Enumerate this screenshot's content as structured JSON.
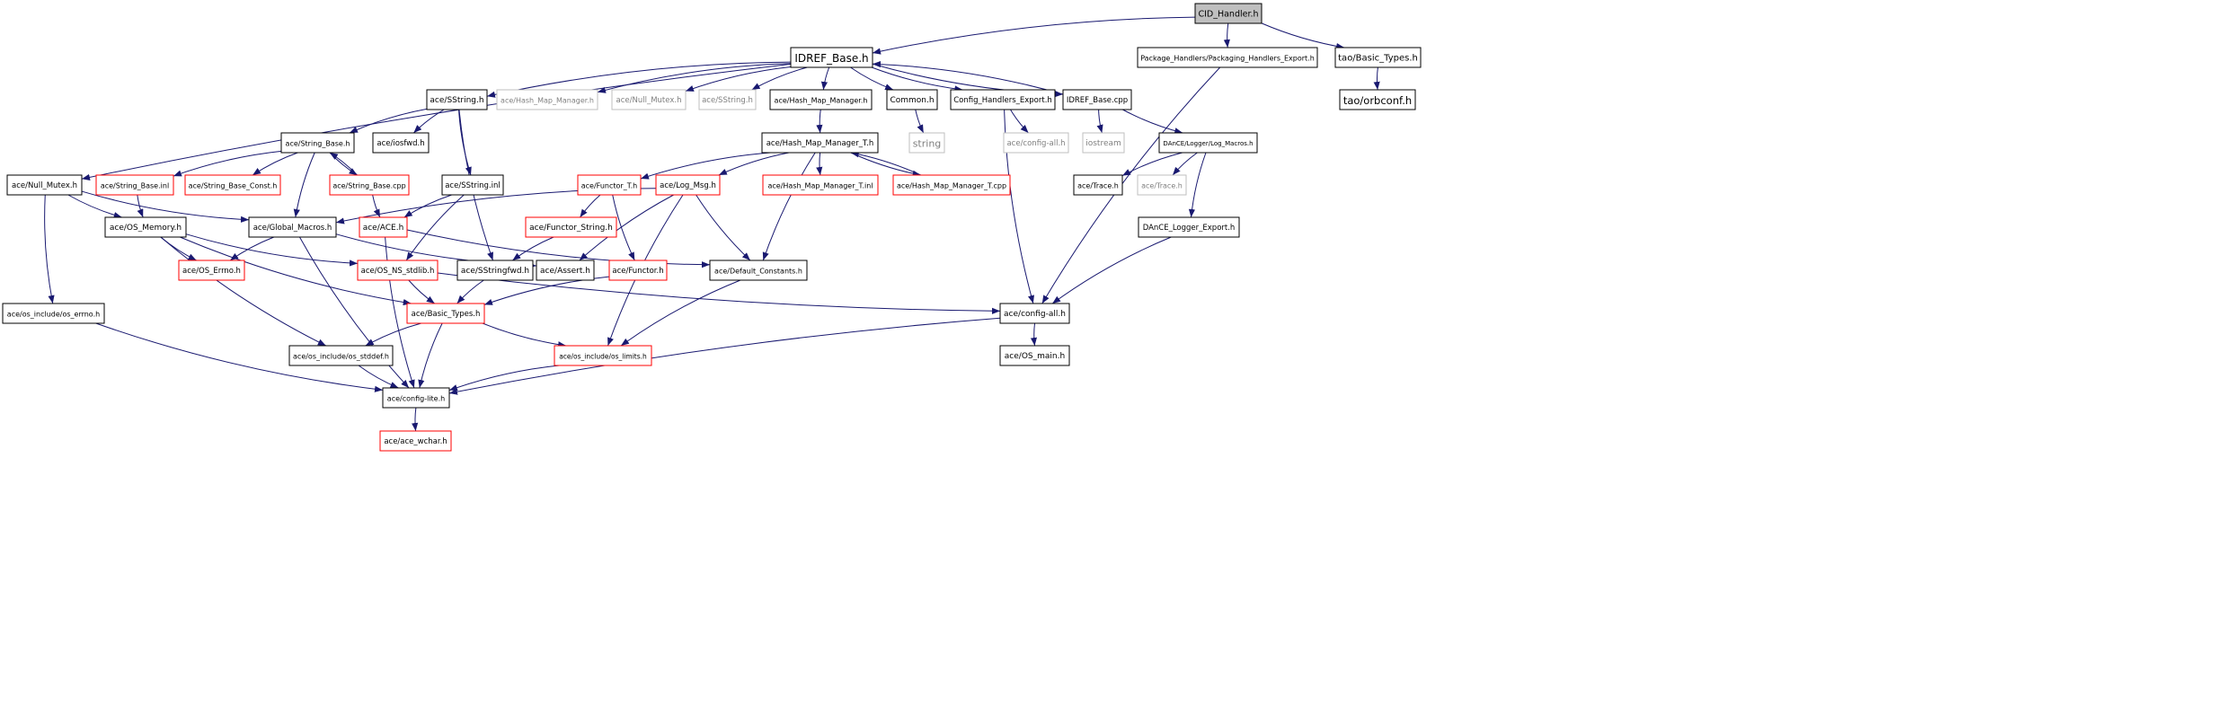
{
  "colors": {
    "edge": "#191970",
    "border_normal": "#000000",
    "border_red": "#ff0000",
    "border_gray": "#bfbfbf",
    "fill_root": "#bfbfbf",
    "fill_normal": "#ffffff",
    "text_normal": "#000000",
    "text_gray": "#7f7f7f"
  },
  "nodes": [
    {
      "id": "cid",
      "label": "CID_Handler.h",
      "style": "root"
    },
    {
      "id": "idrefb",
      "label": "IDREF_Base.h",
      "style": "normal"
    },
    {
      "id": "pkg",
      "label": "Package_Handlers/Packaging_Handlers_Export.h",
      "style": "normal"
    },
    {
      "id": "taobt",
      "label": "tao/Basic_Types.h",
      "style": "normal"
    },
    {
      "id": "taoorb",
      "label": "tao/orbconf.h",
      "style": "normal"
    },
    {
      "id": "sstr",
      "label": "ace/SString.h",
      "style": "normal"
    },
    {
      "id": "hmm1",
      "label": "ace/Hash_Map_Manager.h",
      "style": "gray"
    },
    {
      "id": "nm1",
      "label": "ace/Null_Mutex.h",
      "style": "gray"
    },
    {
      "id": "sstr2",
      "label": "ace/SString.h",
      "style": "gray"
    },
    {
      "id": "hmm2",
      "label": "ace/Hash_Map_Manager.h",
      "style": "normal"
    },
    {
      "id": "common",
      "label": "Common.h",
      "style": "normal"
    },
    {
      "id": "cfgexp",
      "label": "Config_Handlers_Export.h",
      "style": "normal"
    },
    {
      "id": "idrefcpp",
      "label": "IDREF_Base.cpp",
      "style": "normal"
    },
    {
      "id": "strbase",
      "label": "ace/String_Base.h",
      "style": "normal"
    },
    {
      "id": "iosfwd",
      "label": "ace/iosfwd.h",
      "style": "normal"
    },
    {
      "id": "hmmt",
      "label": "ace/Hash_Map_Manager_T.h",
      "style": "normal"
    },
    {
      "id": "string",
      "label": "string",
      "style": "gray"
    },
    {
      "id": "cfgall1",
      "label": "ace/config-all.h",
      "style": "gray"
    },
    {
      "id": "iostream",
      "label": "iostream",
      "style": "gray"
    },
    {
      "id": "dlm",
      "label": "DAnCE/Logger/Log_Macros.h",
      "style": "normal"
    },
    {
      "id": "nmutex",
      "label": "ace/Null_Mutex.h",
      "style": "normal"
    },
    {
      "id": "sbinl",
      "label": "ace/String_Base.inl",
      "style": "red"
    },
    {
      "id": "sbconst",
      "label": "ace/String_Base_Const.h",
      "style": "red"
    },
    {
      "id": "sbcpp",
      "label": "ace/String_Base.cpp",
      "style": "red"
    },
    {
      "id": "sstrinl",
      "label": "ace/SString.inl",
      "style": "normal"
    },
    {
      "id": "functt",
      "label": "ace/Functor_T.h",
      "style": "red"
    },
    {
      "id": "logmsg",
      "label": "ace/Log_Msg.h",
      "style": "red"
    },
    {
      "id": "hmmtinl",
      "label": "ace/Hash_Map_Manager_T.inl",
      "style": "red"
    },
    {
      "id": "hmmtcpp",
      "label": "ace/Hash_Map_Manager_T.cpp",
      "style": "red"
    },
    {
      "id": "trace1",
      "label": "ace/Trace.h",
      "style": "normal"
    },
    {
      "id": "trace2",
      "label": "ace/Trace.h",
      "style": "gray"
    },
    {
      "id": "osmem",
      "label": "ace/OS_Memory.h",
      "style": "normal"
    },
    {
      "id": "gmac",
      "label": "ace/Global_Macros.h",
      "style": "normal"
    },
    {
      "id": "acemain",
      "label": "ace/ACE.h",
      "style": "red"
    },
    {
      "id": "fstr",
      "label": "ace/Functor_String.h",
      "style": "red"
    },
    {
      "id": "dloggerexp",
      "label": "DAnCE_Logger_Export.h",
      "style": "normal"
    },
    {
      "id": "oserrno",
      "label": "ace/OS_Errno.h",
      "style": "red"
    },
    {
      "id": "osnsstd",
      "label": "ace/OS_NS_stdlib.h",
      "style": "red"
    },
    {
      "id": "sstrfwd",
      "label": "ace/SStringfwd.h",
      "style": "normal"
    },
    {
      "id": "assert",
      "label": "ace/Assert.h",
      "style": "normal"
    },
    {
      "id": "functor",
      "label": "ace/Functor.h",
      "style": "red"
    },
    {
      "id": "defc",
      "label": "ace/Default_Constants.h",
      "style": "normal"
    },
    {
      "id": "oserrnoh",
      "label": "ace/os_include/os_errno.h",
      "style": "normal"
    },
    {
      "id": "basict",
      "label": "ace/Basic_Types.h",
      "style": "red"
    },
    {
      "id": "cfgall2",
      "label": "ace/config-all.h",
      "style": "normal"
    },
    {
      "id": "osstddef",
      "label": "ace/os_include/os_stddef.h",
      "style": "normal"
    },
    {
      "id": "oslimits",
      "label": "ace/os_include/os_limits.h",
      "style": "red"
    },
    {
      "id": "osmain",
      "label": "ace/OS_main.h",
      "style": "normal"
    },
    {
      "id": "cfglite",
      "label": "ace/config-lite.h",
      "style": "normal"
    },
    {
      "id": "wchar",
      "label": "ace/ace_wchar.h",
      "style": "red"
    }
  ],
  "edges": [
    [
      "cid",
      "idrefb"
    ],
    [
      "cid",
      "pkg"
    ],
    [
      "cid",
      "taobt"
    ],
    [
      "taobt",
      "taoorb"
    ],
    [
      "pkg",
      "cfgall2"
    ],
    [
      "idrefb",
      "sstr"
    ],
    [
      "idrefb",
      "hmm1"
    ],
    [
      "idrefb",
      "nm1"
    ],
    [
      "idrefb",
      "sstr2"
    ],
    [
      "idrefb",
      "hmm2"
    ],
    [
      "idrefb",
      "common"
    ],
    [
      "idrefb",
      "cfgexp"
    ],
    [
      "idrefb",
      "idrefcpp"
    ],
    [
      "idrefb",
      "nmutex"
    ],
    [
      "idrefcpp",
      "idrefb"
    ],
    [
      "idrefcpp",
      "iostream"
    ],
    [
      "idrefcpp",
      "dlm"
    ],
    [
      "sstr",
      "strbase"
    ],
    [
      "sstr",
      "iosfwd"
    ],
    [
      "sstr",
      "sstrinl"
    ],
    [
      "sstr",
      "sstrfwd"
    ],
    [
      "hmm2",
      "hmmt"
    ],
    [
      "common",
      "string"
    ],
    [
      "cfgexp",
      "cfgall1"
    ],
    [
      "cfgexp",
      "cfgall2"
    ],
    [
      "strbase",
      "sbinl"
    ],
    [
      "strbase",
      "sbconst"
    ],
    [
      "strbase",
      "sbcpp"
    ],
    [
      "strbase",
      "gmac"
    ],
    [
      "sbcpp",
      "strbase"
    ],
    [
      "sbcpp",
      "acemain"
    ],
    [
      "hmmt",
      "functt"
    ],
    [
      "hmmt",
      "logmsg"
    ],
    [
      "hmmt",
      "hmmtinl"
    ],
    [
      "hmmt",
      "hmmtcpp"
    ],
    [
      "hmmt",
      "defc"
    ],
    [
      "hmmtcpp",
      "hmmt"
    ],
    [
      "dlm",
      "trace1"
    ],
    [
      "dlm",
      "trace2"
    ],
    [
      "dlm",
      "dloggerexp"
    ],
    [
      "nmutex",
      "osmem"
    ],
    [
      "nmutex",
      "gmac"
    ],
    [
      "nmutex",
      "oserrnoh"
    ],
    [
      "sbinl",
      "osmem"
    ],
    [
      "sstrinl",
      "acemain"
    ],
    [
      "sstrinl",
      "osnsstd"
    ],
    [
      "functt",
      "fstr"
    ],
    [
      "functt",
      "functor"
    ],
    [
      "logmsg",
      "gmac"
    ],
    [
      "logmsg",
      "assert"
    ],
    [
      "logmsg",
      "defc"
    ],
    [
      "logmsg",
      "oslimits"
    ],
    [
      "osmem",
      "oserrno"
    ],
    [
      "osmem",
      "osnsstd"
    ],
    [
      "osmem",
      "basict"
    ],
    [
      "osmem",
      "osstddef"
    ],
    [
      "gmac",
      "oserrno"
    ],
    [
      "gmac",
      "assert"
    ],
    [
      "gmac",
      "cfglite"
    ],
    [
      "acemain",
      "defc"
    ],
    [
      "acemain",
      "cfglite"
    ],
    [
      "fstr",
      "sstrfwd"
    ],
    [
      "dloggerexp",
      "cfgall2"
    ],
    [
      "osnsstd",
      "basict"
    ],
    [
      "osnsstd",
      "cfgall2"
    ],
    [
      "sstrfwd",
      "basict"
    ],
    [
      "functor",
      "basict"
    ],
    [
      "defc",
      "oslimits"
    ],
    [
      "oserrnoh",
      "cfglite"
    ],
    [
      "basict",
      "osstddef"
    ],
    [
      "basict",
      "oslimits"
    ],
    [
      "basict",
      "cfglite"
    ],
    [
      "cfgall2",
      "osmain"
    ],
    [
      "cfgall2",
      "cfglite"
    ],
    [
      "osstddef",
      "cfglite"
    ],
    [
      "oslimits",
      "cfglite"
    ],
    [
      "cfglite",
      "wchar"
    ]
  ]
}
